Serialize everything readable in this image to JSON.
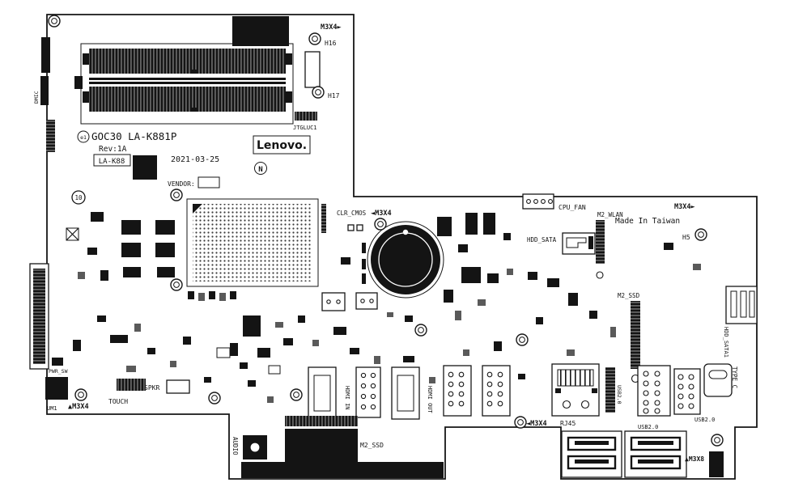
{
  "board": {
    "name": "GOC30 LA-K881P",
    "emark": "e1",
    "rev": "Rev:1A",
    "model": "LA-K88",
    "date": "2021-03-25",
    "brand": "Lenovo.",
    "n_mark": "N",
    "vendor_label": "VENDOR:",
    "made_in": "Made In Taiwan",
    "hole_number": "10",
    "silkscreen_color": "#161616",
    "board_color": "#ffffff"
  },
  "screw_labels": {
    "top": "M3X4►",
    "near_cmos": "◄M3X4",
    "right": "M3X4►",
    "bottom_center": "◄M3X4",
    "bottom_left": "▲M3X4",
    "bottom_right": "▲M3X8"
  },
  "hole_labels": {
    "h16": "H16",
    "h17": "H17",
    "h5": "H5"
  },
  "connector_labels": {
    "jtgluc1": "JTGLUC1",
    "clr_cmos": "CLR_CMOS",
    "cpu_fan": "CPU_FAN",
    "m2_wlan": "M2_WLAN",
    "hdd_sata": "HDD_SATA",
    "hdd_sata1": "HDD_SATA1",
    "m2_ssd": "M2_SSD",
    "type_c": "TYPE C",
    "rj45": "RJ45",
    "usb2_0": "USB2.0",
    "hdmi_in": "HDMI IN",
    "hdmi_out": "HDMI OUT",
    "audio": "AUDIO",
    "spkr": "SPKR",
    "touch": "TOUCH",
    "pwr_sw": "PWR_SW",
    "um1": "UM1",
    "dmic": "DMIC"
  }
}
